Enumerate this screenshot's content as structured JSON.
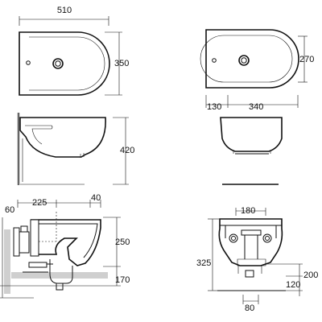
{
  "dimensions": {
    "top_left_width": "510",
    "top_left_depth": "350",
    "top_right_depth": "270",
    "top_right_offset": "130",
    "top_right_width": "340",
    "side_height": "420",
    "section_inlet": "225",
    "section_rim": "40",
    "section_wall": "60",
    "section_bowl_height": "250",
    "section_floor_height": "170",
    "rear_top": "180",
    "rear_height": "325",
    "rear_right_upper": "200",
    "rear_right_lower": "120",
    "rear_bottom": "80"
  }
}
